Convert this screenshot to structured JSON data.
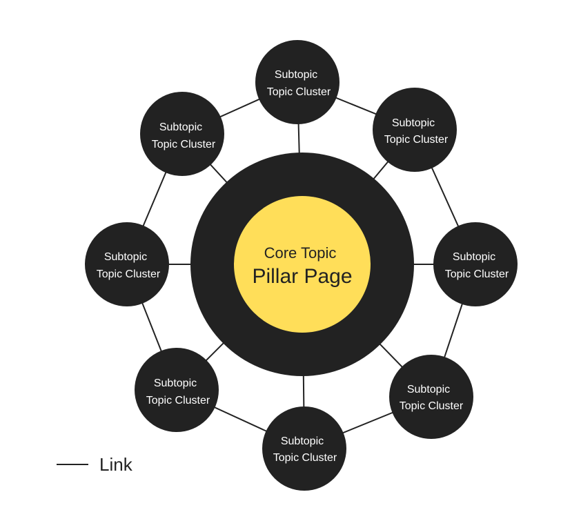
{
  "colors": {
    "node_fill": "#222222",
    "core_fill": "#ffde59",
    "link": "#222222",
    "node_text": "#ffffff",
    "core_text": "#222222"
  },
  "core": {
    "line1": "Core Topic",
    "line2": "Pillar Page"
  },
  "subtopics": [
    {
      "id": "top",
      "line1": "Subtopic",
      "line2": "Topic Cluster"
    },
    {
      "id": "top-right",
      "line1": "Subtopic",
      "line2": "Topic Cluster"
    },
    {
      "id": "right",
      "line1": "Subtopic",
      "line2": "Topic Cluster"
    },
    {
      "id": "bottom-right",
      "line1": "Subtopic",
      "line2": "Topic Cluster"
    },
    {
      "id": "bottom",
      "line1": "Subtopic",
      "line2": "Topic Cluster"
    },
    {
      "id": "bottom-left",
      "line1": "Subtopic",
      "line2": "Topic Cluster"
    },
    {
      "id": "left",
      "line1": "Subtopic",
      "line2": "Topic Cluster"
    },
    {
      "id": "top-left",
      "line1": "Subtopic",
      "line2": "Topic Cluster"
    }
  ],
  "legend": {
    "label": "Link"
  }
}
